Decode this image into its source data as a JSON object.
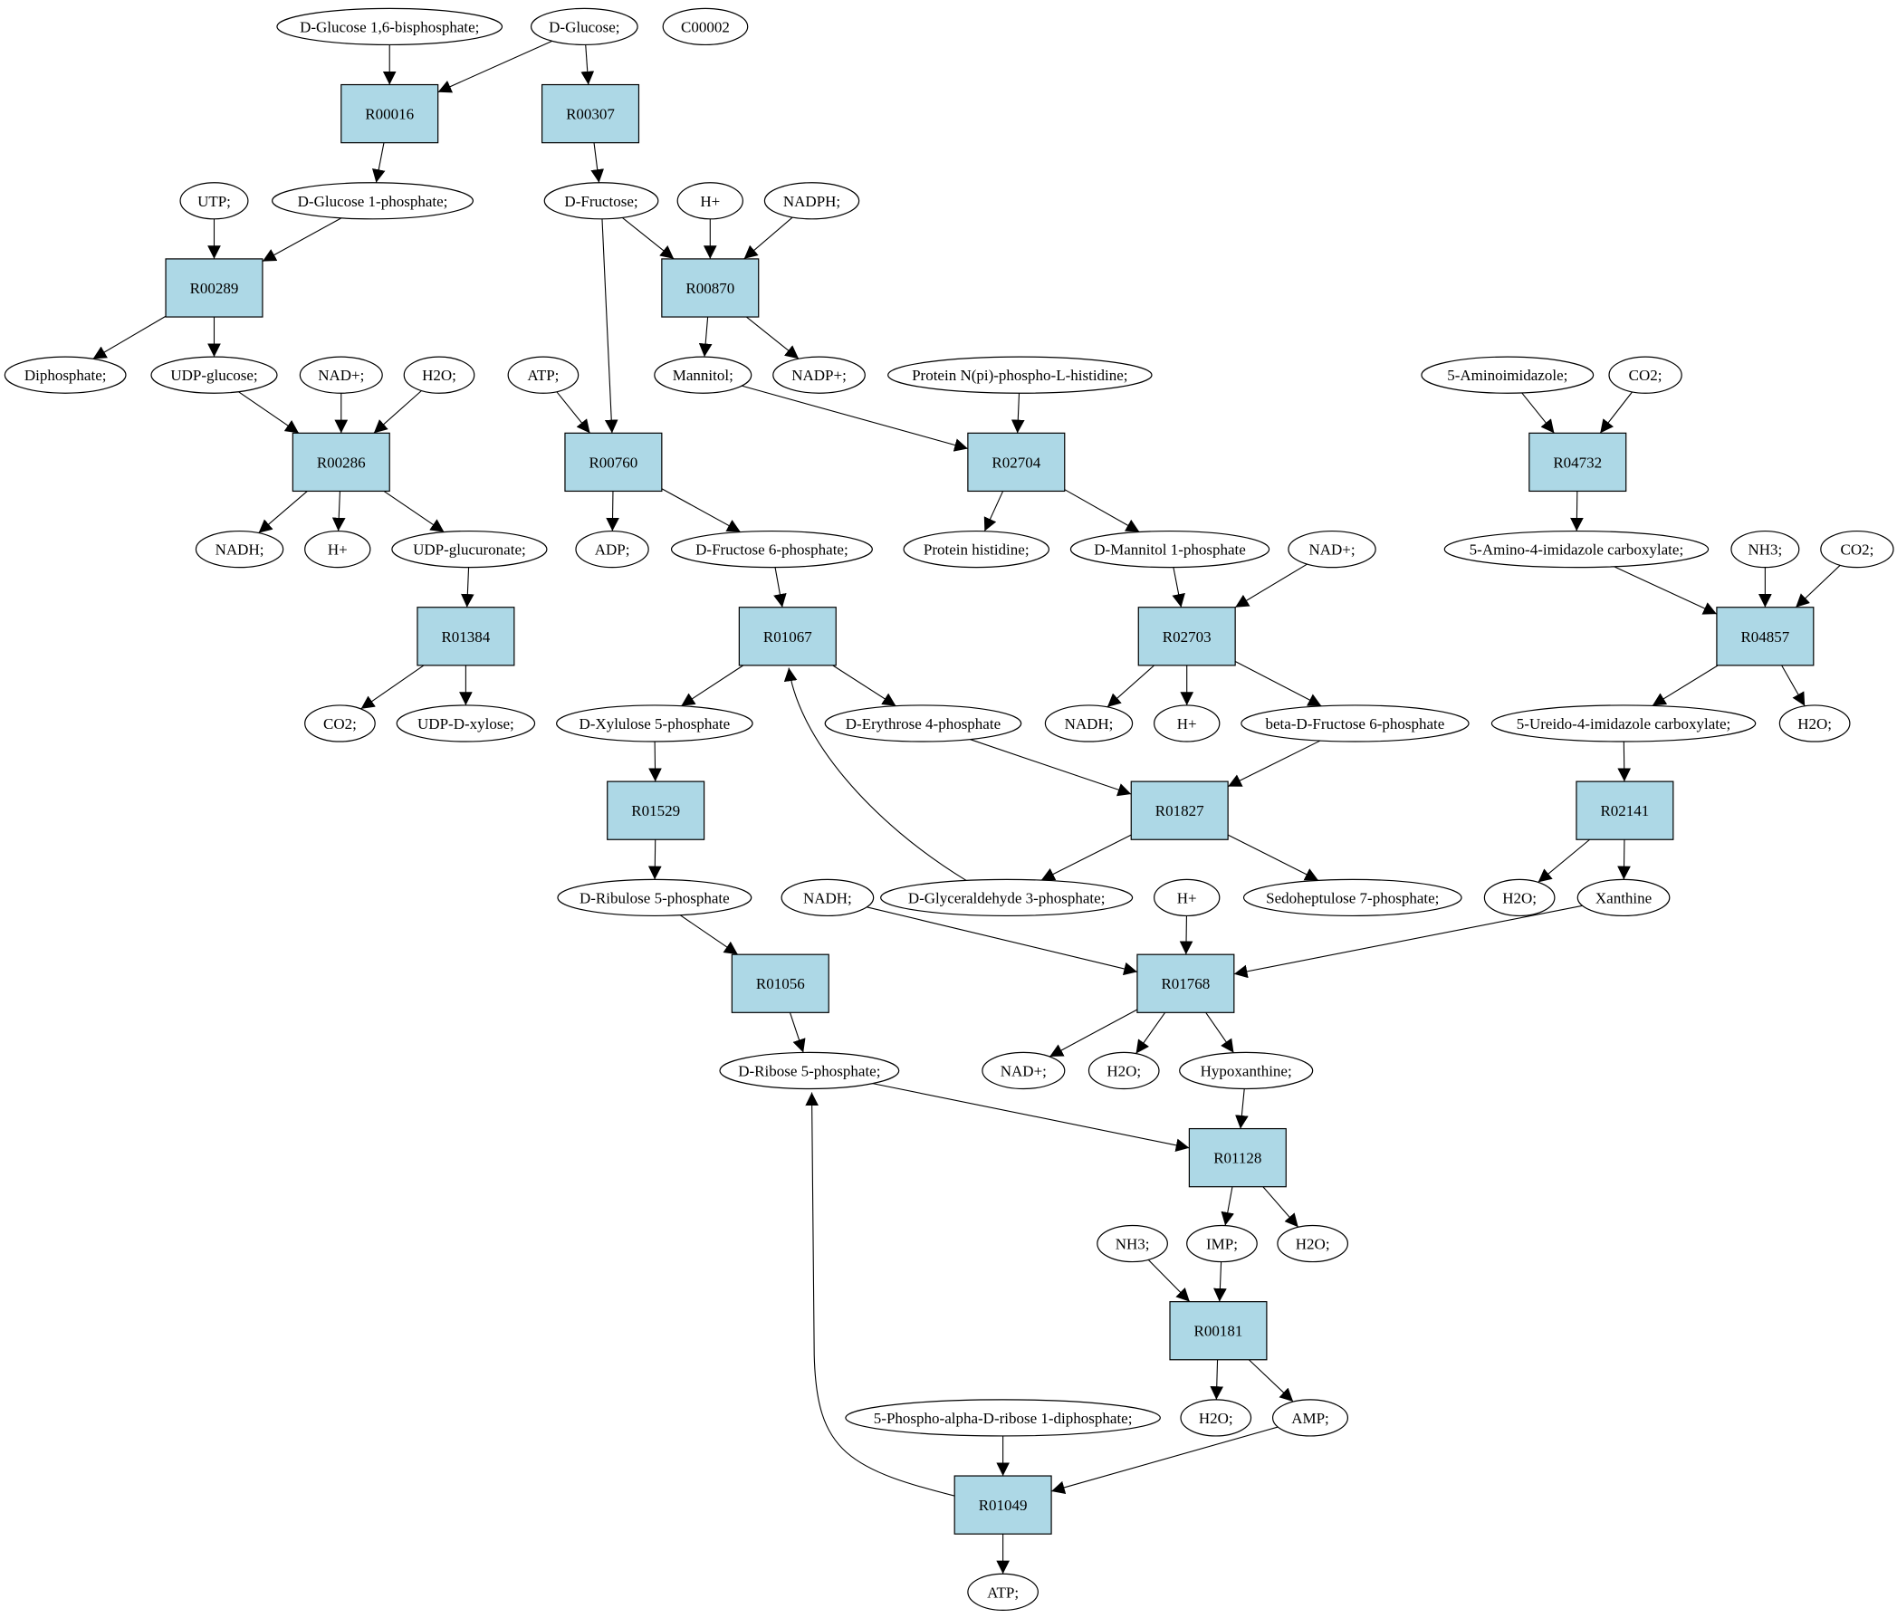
{
  "colors": {
    "reaction_fill": "#add8e6",
    "start_node_fill": "#00e000",
    "highlight_node_fill": "#ffff00",
    "metabolite_fill": "#ffffff",
    "edge": "#000000"
  },
  "nodes": [
    {
      "id": "m_g16bp",
      "kind": "compound",
      "label": "D-Glucose 1,6-bisphosphate;"
    },
    {
      "id": "m_glucose",
      "kind": "compound",
      "label": "D-Glucose;",
      "highlight": "start"
    },
    {
      "id": "m_c00002",
      "kind": "compound",
      "label": "C00002",
      "highlight": "query"
    },
    {
      "id": "r_R00016",
      "kind": "reaction",
      "label": "R00016"
    },
    {
      "id": "r_R00307",
      "kind": "reaction",
      "label": "R00307"
    },
    {
      "id": "m_utp",
      "kind": "compound",
      "label": "UTP;"
    },
    {
      "id": "m_g1p",
      "kind": "compound",
      "label": "D-Glucose 1-phosphate;"
    },
    {
      "id": "m_fructose",
      "kind": "compound",
      "label": "D-Fructose;"
    },
    {
      "id": "m_hplus_a",
      "kind": "compound",
      "label": "H+"
    },
    {
      "id": "m_nadph",
      "kind": "compound",
      "label": "NADPH;"
    },
    {
      "id": "r_R00289",
      "kind": "reaction",
      "label": "R00289"
    },
    {
      "id": "r_R00870",
      "kind": "reaction",
      "label": "R00870"
    },
    {
      "id": "m_diphosphate",
      "kind": "compound",
      "label": "Diphosphate;"
    },
    {
      "id": "m_udpglucose",
      "kind": "compound",
      "label": "UDP-glucose;"
    },
    {
      "id": "m_nadplus_a",
      "kind": "compound",
      "label": "NAD+;"
    },
    {
      "id": "m_h2o_a",
      "kind": "compound",
      "label": "H2O;"
    },
    {
      "id": "m_atp_a",
      "kind": "compound",
      "label": "ATP;"
    },
    {
      "id": "m_mannitol",
      "kind": "compound",
      "label": "Mannitol;"
    },
    {
      "id": "m_nadpplus",
      "kind": "compound",
      "label": "NADP+;"
    },
    {
      "id": "m_protein_nphis",
      "kind": "compound",
      "label": "Protein N(pi)-phospho-L-histidine;"
    },
    {
      "id": "m_5aminoimidazole",
      "kind": "compound",
      "label": "5-Aminoimidazole;"
    },
    {
      "id": "m_co2_a",
      "kind": "compound",
      "label": "CO2;"
    },
    {
      "id": "r_R00286",
      "kind": "reaction",
      "label": "R00286"
    },
    {
      "id": "r_R00760",
      "kind": "reaction",
      "label": "R00760"
    },
    {
      "id": "r_R02704",
      "kind": "reaction",
      "label": "R02704"
    },
    {
      "id": "r_R04732",
      "kind": "reaction",
      "label": "R04732"
    },
    {
      "id": "m_nadh_a",
      "kind": "compound",
      "label": "NADH;"
    },
    {
      "id": "m_hplus_b",
      "kind": "compound",
      "label": "H+"
    },
    {
      "id": "m_udpglucuronate",
      "kind": "compound",
      "label": "UDP-glucuronate;"
    },
    {
      "id": "m_adp",
      "kind": "compound",
      "label": "ADP;"
    },
    {
      "id": "m_f6p",
      "kind": "compound",
      "label": "D-Fructose 6-phosphate;"
    },
    {
      "id": "m_protein_his",
      "kind": "compound",
      "label": "Protein histidine;"
    },
    {
      "id": "m_mannitol1p",
      "kind": "compound",
      "label": "D-Mannitol 1-phosphate"
    },
    {
      "id": "m_nadplus_b",
      "kind": "compound",
      "label": "NAD+;"
    },
    {
      "id": "m_aica",
      "kind": "compound",
      "label": "5-Amino-4-imidazole carboxylate;"
    },
    {
      "id": "m_nh3_a",
      "kind": "compound",
      "label": "NH3;"
    },
    {
      "id": "m_co2_b",
      "kind": "compound",
      "label": "CO2;"
    },
    {
      "id": "r_R01384",
      "kind": "reaction",
      "label": "R01384"
    },
    {
      "id": "r_R01067",
      "kind": "reaction",
      "label": "R01067"
    },
    {
      "id": "r_R02703",
      "kind": "reaction",
      "label": "R02703"
    },
    {
      "id": "r_R04857",
      "kind": "reaction",
      "label": "R04857"
    },
    {
      "id": "m_co2_c",
      "kind": "compound",
      "label": "CO2;"
    },
    {
      "id": "m_udpxylose",
      "kind": "compound",
      "label": "UDP-D-xylose;"
    },
    {
      "id": "m_x5p",
      "kind": "compound",
      "label": "D-Xylulose 5-phosphate"
    },
    {
      "id": "m_e4p",
      "kind": "compound",
      "label": "D-Erythrose 4-phosphate"
    },
    {
      "id": "m_nadh_b",
      "kind": "compound",
      "label": "NADH;"
    },
    {
      "id": "m_hplus_c",
      "kind": "compound",
      "label": "H+"
    },
    {
      "id": "m_bf6p",
      "kind": "compound",
      "label": "beta-D-Fructose 6-phosphate"
    },
    {
      "id": "m_ureido",
      "kind": "compound",
      "label": "5-Ureido-4-imidazole carboxylate;"
    },
    {
      "id": "m_h2o_b",
      "kind": "compound",
      "label": "H2O;"
    },
    {
      "id": "r_R01529",
      "kind": "reaction",
      "label": "R01529"
    },
    {
      "id": "r_R01827",
      "kind": "reaction",
      "label": "R01827"
    },
    {
      "id": "r_R02141",
      "kind": "reaction",
      "label": "R02141"
    },
    {
      "id": "m_ru5p",
      "kind": "compound",
      "label": "D-Ribulose 5-phosphate"
    },
    {
      "id": "m_nadh_c",
      "kind": "compound",
      "label": "NADH;"
    },
    {
      "id": "m_g3p",
      "kind": "compound",
      "label": "D-Glyceraldehyde 3-phosphate;"
    },
    {
      "id": "m_hplus_d",
      "kind": "compound",
      "label": "H+"
    },
    {
      "id": "m_s7p",
      "kind": "compound",
      "label": "Sedoheptulose 7-phosphate;"
    },
    {
      "id": "m_h2o_c",
      "kind": "compound",
      "label": "H2O;"
    },
    {
      "id": "m_xanthine",
      "kind": "compound",
      "label": "Xanthine"
    },
    {
      "id": "r_R01056",
      "kind": "reaction",
      "label": "R01056"
    },
    {
      "id": "r_R01768",
      "kind": "reaction",
      "label": "R01768"
    },
    {
      "id": "m_r5p",
      "kind": "compound",
      "label": "D-Ribose 5-phosphate;"
    },
    {
      "id": "m_nadplus_c",
      "kind": "compound",
      "label": "NAD+;"
    },
    {
      "id": "m_h2o_d",
      "kind": "compound",
      "label": "H2O;"
    },
    {
      "id": "m_hypoxanthine",
      "kind": "compound",
      "label": "Hypoxanthine;"
    },
    {
      "id": "r_R01128",
      "kind": "reaction",
      "label": "R01128"
    },
    {
      "id": "m_nh3_b",
      "kind": "compound",
      "label": "NH3;"
    },
    {
      "id": "m_imp",
      "kind": "compound",
      "label": "IMP;"
    },
    {
      "id": "m_h2o_e",
      "kind": "compound",
      "label": "H2O;"
    },
    {
      "id": "r_R00181",
      "kind": "reaction",
      "label": "R00181"
    },
    {
      "id": "m_prpp",
      "kind": "compound",
      "label": "5-Phospho-alpha-D-ribose 1-diphosphate;"
    },
    {
      "id": "m_h2o_f",
      "kind": "compound",
      "label": "H2O;"
    },
    {
      "id": "m_amp",
      "kind": "compound",
      "label": "AMP;"
    },
    {
      "id": "r_R01049",
      "kind": "reaction",
      "label": "R01049"
    },
    {
      "id": "m_atp_b",
      "kind": "compound",
      "label": "ATP;"
    }
  ],
  "edges": [
    [
      "m_g16bp",
      "r_R00016"
    ],
    [
      "m_glucose",
      "r_R00016"
    ],
    [
      "m_glucose",
      "r_R00307"
    ],
    [
      "r_R00016",
      "m_g1p"
    ],
    [
      "r_R00307",
      "m_fructose"
    ],
    [
      "m_utp",
      "r_R00289"
    ],
    [
      "m_g1p",
      "r_R00289"
    ],
    [
      "m_fructose",
      "r_R00870"
    ],
    [
      "m_hplus_a",
      "r_R00870"
    ],
    [
      "m_nadph",
      "r_R00870"
    ],
    [
      "r_R00289",
      "m_diphosphate"
    ],
    [
      "r_R00289",
      "m_udpglucose"
    ],
    [
      "r_R00870",
      "m_mannitol"
    ],
    [
      "r_R00870",
      "m_nadpplus"
    ],
    [
      "m_udpglucose",
      "r_R00286"
    ],
    [
      "m_nadplus_a",
      "r_R00286"
    ],
    [
      "m_h2o_a",
      "r_R00286"
    ],
    [
      "m_atp_a",
      "r_R00760"
    ],
    [
      "m_fructose",
      "r_R00760"
    ],
    [
      "m_mannitol",
      "r_R02704"
    ],
    [
      "m_protein_nphis",
      "r_R02704"
    ],
    [
      "m_5aminoimidazole",
      "r_R04732"
    ],
    [
      "m_co2_a",
      "r_R04732"
    ],
    [
      "r_R00286",
      "m_nadh_a"
    ],
    [
      "r_R00286",
      "m_hplus_b"
    ],
    [
      "r_R00286",
      "m_udpglucuronate"
    ],
    [
      "r_R00760",
      "m_adp"
    ],
    [
      "r_R00760",
      "m_f6p"
    ],
    [
      "r_R02704",
      "m_protein_his"
    ],
    [
      "r_R02704",
      "m_mannitol1p"
    ],
    [
      "r_R04732",
      "m_aica"
    ],
    [
      "m_udpglucuronate",
      "r_R01384"
    ],
    [
      "m_f6p",
      "r_R01067"
    ],
    [
      "m_mannitol1p",
      "r_R02703"
    ],
    [
      "m_nadplus_b",
      "r_R02703"
    ],
    [
      "m_aica",
      "r_R04857"
    ],
    [
      "m_nh3_a",
      "r_R04857"
    ],
    [
      "m_co2_b",
      "r_R04857"
    ],
    [
      "r_R01384",
      "m_co2_c"
    ],
    [
      "r_R01384",
      "m_udpxylose"
    ],
    [
      "r_R01067",
      "m_x5p"
    ],
    [
      "r_R01067",
      "m_e4p"
    ],
    [
      "r_R02703",
      "m_nadh_b"
    ],
    [
      "r_R02703",
      "m_hplus_c"
    ],
    [
      "r_R02703",
      "m_bf6p"
    ],
    [
      "r_R04857",
      "m_ureido"
    ],
    [
      "r_R04857",
      "m_h2o_b"
    ],
    [
      "m_x5p",
      "r_R01529"
    ],
    [
      "m_e4p",
      "r_R01827"
    ],
    [
      "m_bf6p",
      "r_R01827"
    ],
    [
      "m_ureido",
      "r_R02141"
    ],
    [
      "r_R01529",
      "m_ru5p"
    ],
    [
      "r_R01827",
      "m_g3p"
    ],
    [
      "r_R01827",
      "m_s7p"
    ],
    [
      "r_R02141",
      "m_h2o_c"
    ],
    [
      "r_R02141",
      "m_xanthine"
    ],
    [
      "m_g3p",
      "r_R01067"
    ],
    [
      "m_ru5p",
      "r_R01056"
    ],
    [
      "m_nadh_c",
      "r_R01768"
    ],
    [
      "m_hplus_d",
      "r_R01768"
    ],
    [
      "m_xanthine",
      "r_R01768"
    ],
    [
      "r_R01056",
      "m_r5p"
    ],
    [
      "r_R01768",
      "m_nadplus_c"
    ],
    [
      "r_R01768",
      "m_h2o_d"
    ],
    [
      "r_R01768",
      "m_hypoxanthine"
    ],
    [
      "m_r5p",
      "r_R01128"
    ],
    [
      "m_hypoxanthine",
      "r_R01128"
    ],
    [
      "r_R01128",
      "m_imp"
    ],
    [
      "r_R01128",
      "m_h2o_e"
    ],
    [
      "m_nh3_b",
      "r_R00181"
    ],
    [
      "m_imp",
      "r_R00181"
    ],
    [
      "r_R00181",
      "m_h2o_f"
    ],
    [
      "r_R00181",
      "m_amp"
    ],
    [
      "m_prpp",
      "r_R01049"
    ],
    [
      "m_amp",
      "r_R01049"
    ],
    [
      "r_R01049",
      "m_r5p"
    ],
    [
      "r_R01049",
      "m_atp_b"
    ]
  ]
}
